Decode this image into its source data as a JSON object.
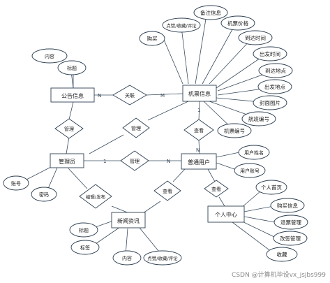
{
  "entities": {
    "announcement": "公告信息",
    "ticket": "机票信息",
    "admin": "管理员",
    "user": "普通用户",
    "news": "新闻资讯",
    "personal": "个人中心"
  },
  "relations": {
    "r_announce_ticket": "关联",
    "r_admin_announce": "管理",
    "r_admin_ticket": "管理",
    "r_ticket_user": "查看",
    "r_admin_user": "管理",
    "r_admin_news": "编辑/发布",
    "r_user_news": "查看",
    "r_user_personal": "查看"
  },
  "attributes": {
    "announcement": [
      "内容",
      "标题"
    ],
    "ticket": [
      "购买",
      "点赞/收藏/评论",
      "备注信息",
      "机票价格",
      "到达时间",
      "出发时间",
      "到达地点",
      "出发地点",
      "封面图片",
      "航班编号",
      "机票编号"
    ],
    "admin": [
      "账号",
      "密码"
    ],
    "user": [
      "用户姓名",
      "用户账号"
    ],
    "news": [
      "标题",
      "标签",
      "内容",
      "点赞/收藏/评论"
    ],
    "personal": [
      "个人首页",
      "购买信息",
      "退票管理",
      "改签管理",
      "收藏"
    ]
  },
  "watermark": "CSDN @计算机毕设vx_jsjbs999",
  "colors": {
    "stroke": "#2d3f52",
    "fill": "#ffffff",
    "line": "#3a4d60"
  },
  "icons": {}
}
